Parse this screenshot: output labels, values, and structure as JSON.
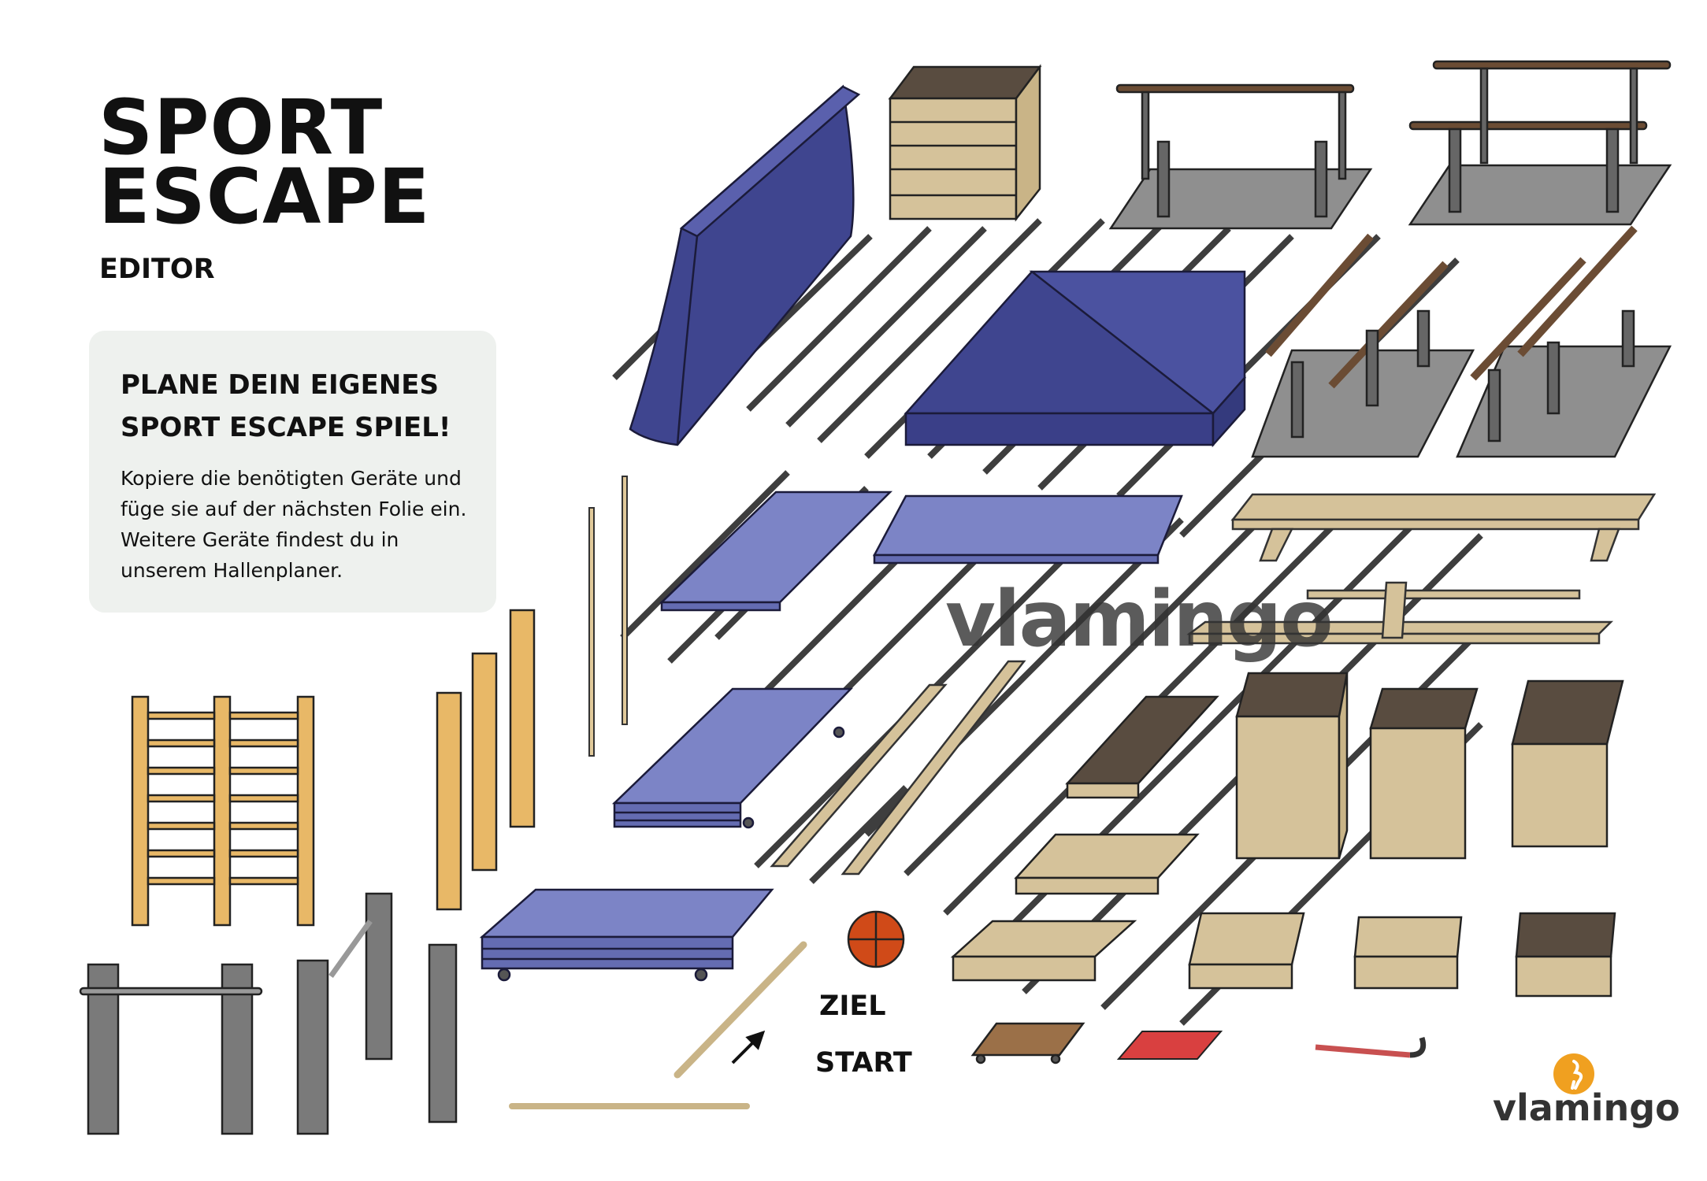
{
  "title": "SPORT\nESCAPE",
  "subtitle": "EDITOR",
  "card": {
    "heading": "PLANE DEIN EIGENES\nSPORT ESCAPE SPIEL!",
    "text": "Kopiere die benötigten Geräte und füge sie auf der nächsten Folie ein. Weitere Geräte findest du in unserem Hallenplaner."
  },
  "labels": {
    "goal": "ZIEL",
    "start": "START"
  },
  "watermark": "vlamingo",
  "brand": "vlamingo",
  "colors": {
    "mat_dark": "#3f458f",
    "mat_light": "#7c84c6",
    "wood": "#d5c29a",
    "wood_dark": "#594c40",
    "bar_wood": "#e8b867",
    "metal": "#7a7a7a",
    "floor": "#8f8f8f",
    "ball": "#d04a18",
    "red_mat": "#d94040",
    "brand_orange": "#f0a020"
  },
  "icons": [
    "wedge-mat-icon",
    "vaulting-box-icon",
    "parallel-bars-icon",
    "crash-mat-icon",
    "gym-mat-icon",
    "bench-icon",
    "wall-bars-icon",
    "climbing-pole-icon",
    "rope-icon",
    "mat-trolley-icon",
    "high-bar-icon",
    "stick-icon",
    "arrow-icon",
    "basketball-icon",
    "box-lid-icon",
    "skateboard-icon",
    "red-mat-icon",
    "hockey-stick-icon",
    "flamingo-icon"
  ]
}
